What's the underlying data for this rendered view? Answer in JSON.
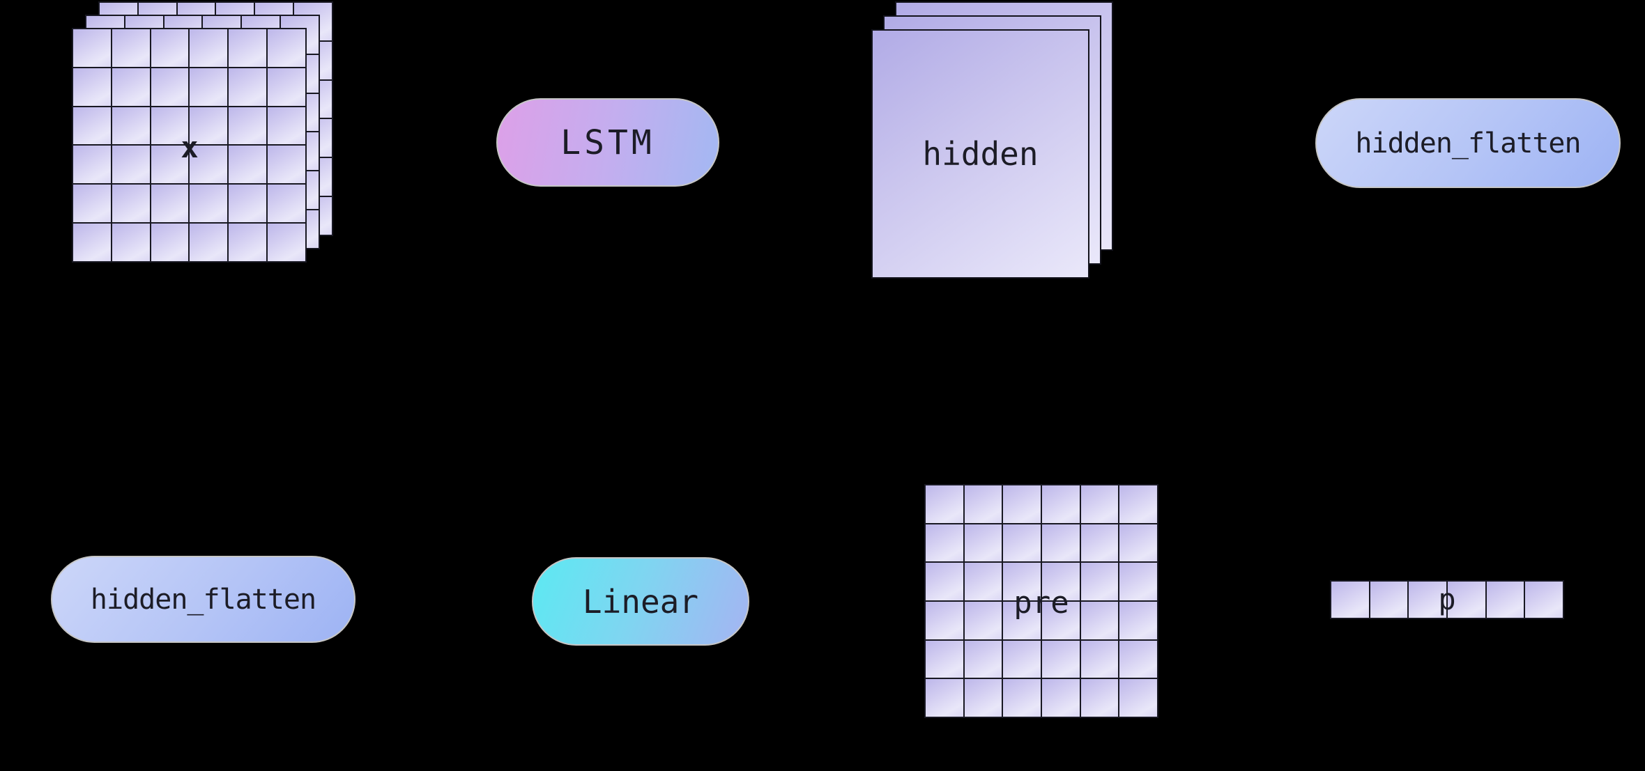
{
  "diagram": {
    "description": "neural-network dataflow diagram on black background",
    "rows": [
      {
        "nodes": [
          "x",
          "LSTM",
          "hidden",
          "hidden_flatten"
        ]
      },
      {
        "nodes": [
          "hidden_flatten",
          "Linear",
          "pre",
          "p"
        ]
      }
    ]
  },
  "nodes": {
    "x_tensor": {
      "label": "x",
      "layers": 3,
      "rows": 6,
      "cols": 6
    },
    "lstm": {
      "label": "LSTM"
    },
    "hidden": {
      "label": "hidden",
      "layers": 3
    },
    "hidden_flatten_top": {
      "label": "hidden_flatten"
    },
    "hidden_flatten_bottom": {
      "label": "hidden_flatten"
    },
    "linear": {
      "label": "Linear"
    },
    "pre_grid": {
      "label": "pre",
      "rows": 6,
      "cols": 6
    },
    "p_row": {
      "label": "p",
      "rows": 1,
      "cols": 6
    }
  },
  "colors": {
    "background": "#000000",
    "text": "#1c1c26",
    "cell_border": "#181822",
    "panel_border": "#13131c",
    "pill_border": "#c6c6c6",
    "cell_from": "#bdb7ea",
    "cell_to": "#e9e7f9",
    "panel_from": "#b1abe6",
    "panel_to": "#eae8fa",
    "lstm_from": "#dda0e8",
    "lstm_to": "#a3b8f2",
    "flatten_from": "#ccd6f9",
    "flatten_to": "#9db3f4",
    "linear_from": "#5ce9f2",
    "linear_to": "#a5b4f2"
  }
}
